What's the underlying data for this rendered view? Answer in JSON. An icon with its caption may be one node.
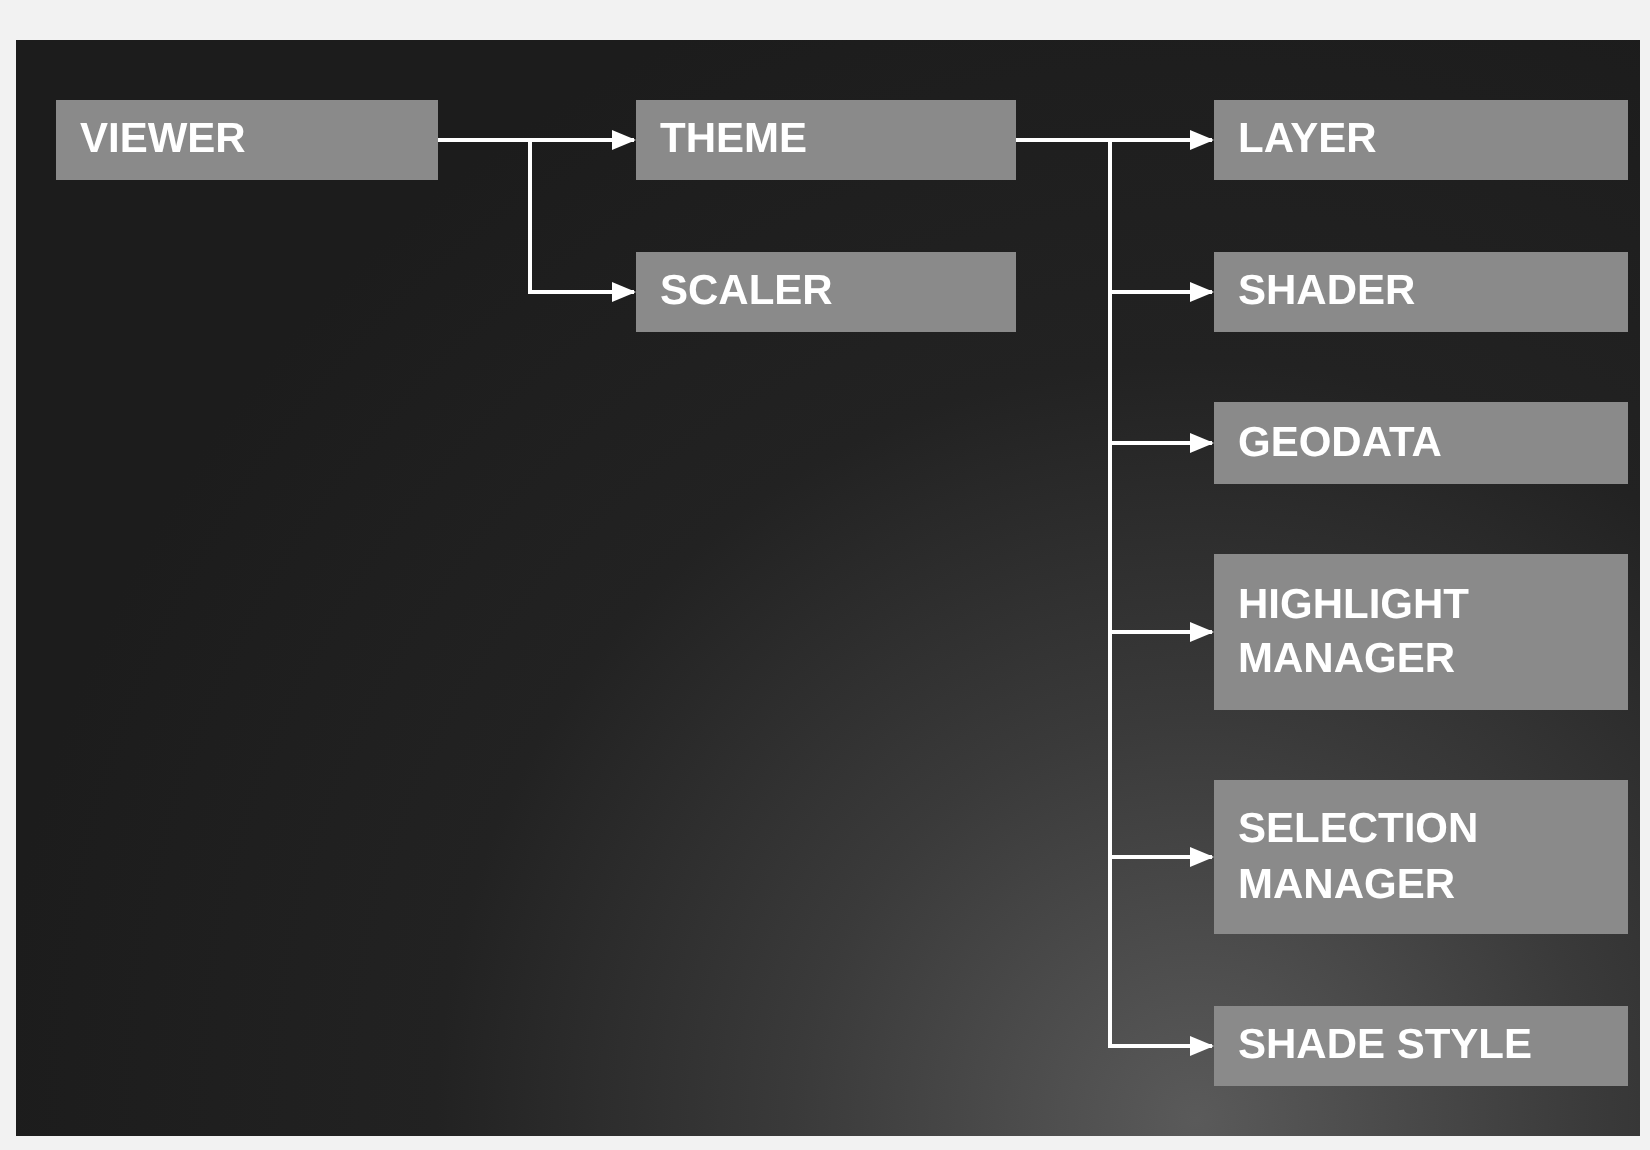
{
  "diagram": {
    "nodes": [
      {
        "text": [
          "VIEWER"
        ]
      },
      {
        "text": [
          "THEME"
        ]
      },
      {
        "text": [
          "SCALER"
        ]
      },
      {
        "text": [
          "LAYER"
        ]
      },
      {
        "text": [
          "SHADER"
        ]
      },
      {
        "text": [
          "GEODATA"
        ]
      },
      {
        "text": [
          "HIGHLIGHT MANAGER"
        ]
      },
      {
        "text": [
          "SELECTION MANAGER"
        ]
      },
      {
        "text": [
          "SHADE STYLE"
        ]
      }
    ],
    "edges": [
      {
        "from": 0,
        "to": 1,
        "arrow": "to"
      },
      {
        "from": 0,
        "to": 2,
        "arrow": "to"
      },
      {
        "from": 1,
        "to": 3,
        "arrow": "to"
      },
      {
        "from": 1,
        "to": 4,
        "arrow": "to"
      },
      {
        "from": 1,
        "to": 5,
        "arrow": "to"
      },
      {
        "from": 1,
        "to": 6,
        "arrow": "to"
      },
      {
        "from": 1,
        "to": 7,
        "arrow": "to"
      },
      {
        "from": 1,
        "to": 8,
        "arrow": "to"
      }
    ]
  }
}
